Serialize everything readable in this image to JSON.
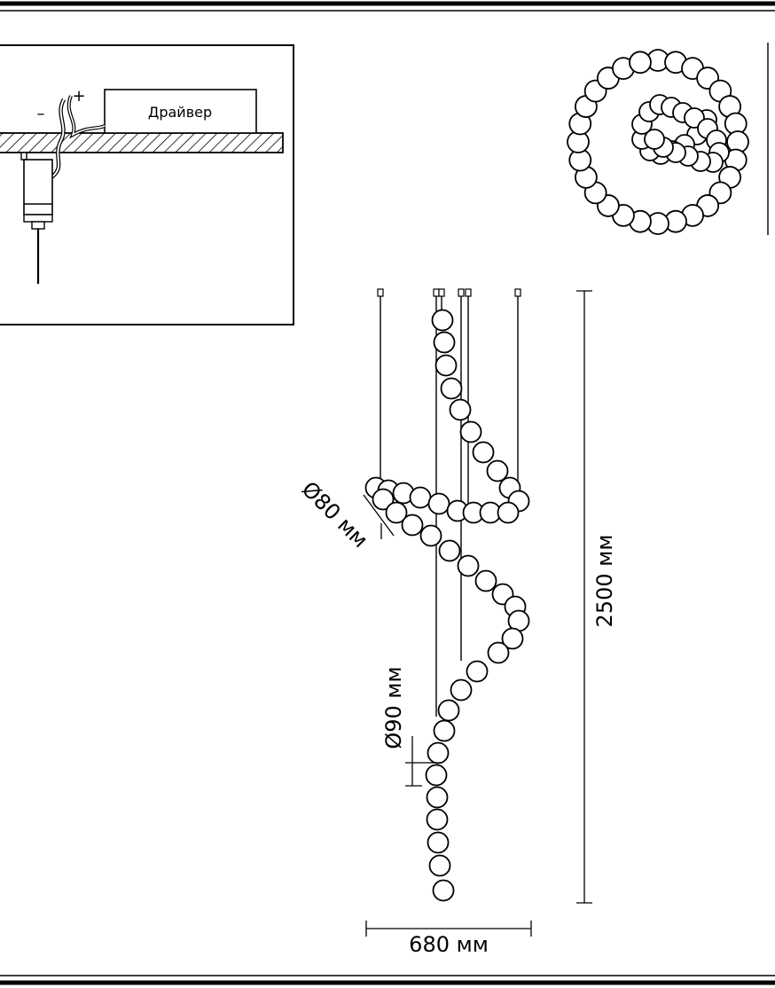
{
  "mount": {
    "driver_label": "Драйвер",
    "minus_sign": "–",
    "plus_sign": "+"
  },
  "dimensions": {
    "small_bead": "Ø80 мм",
    "large_bead": "Ø90 мм",
    "height": "2500 мм",
    "width": "680 мм"
  },
  "colors": {
    "line": "#000000",
    "background": "#ffffff"
  }
}
